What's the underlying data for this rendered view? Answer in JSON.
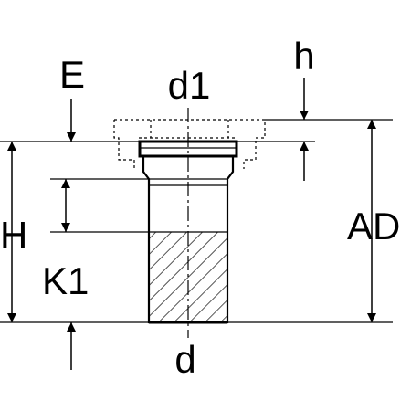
{
  "labels": {
    "E": "E",
    "h": "h",
    "d1": "d1",
    "H": "H",
    "AD": "AD",
    "K1": "K1",
    "d": "d"
  },
  "colors": {
    "ink": "#000000",
    "background": "#ffffff"
  }
}
